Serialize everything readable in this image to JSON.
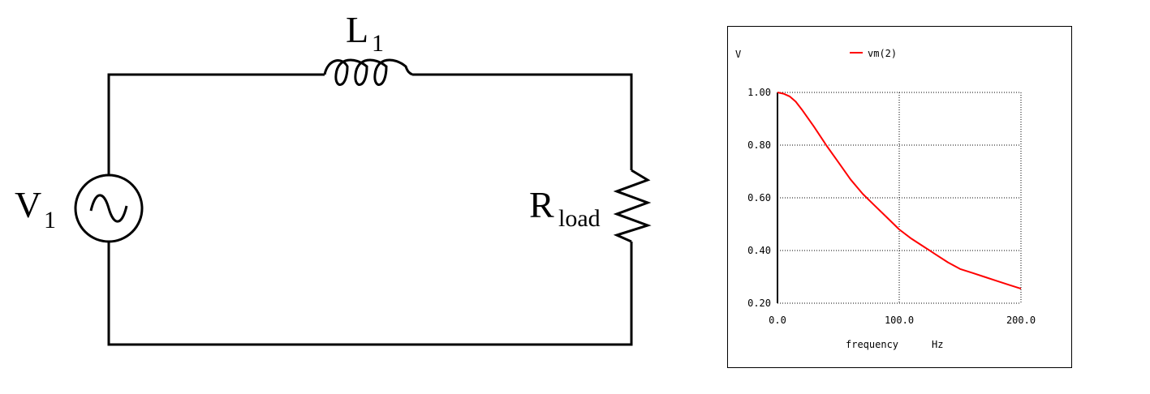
{
  "circuit": {
    "source_label": "V",
    "source_sub": "1",
    "inductor_label": "L",
    "inductor_sub": "1",
    "resistor_label": "R",
    "resistor_sub": "load"
  },
  "chart_data": {
    "type": "line",
    "ylabel": "V",
    "xlabel": "frequency",
    "xunit": "Hz",
    "xlim": [
      0,
      200
    ],
    "ylim": [
      0.2,
      1.0
    ],
    "xticks": [
      "0.0",
      "100.0",
      "200.0"
    ],
    "yticks": [
      "1.00",
      "0.80",
      "0.60",
      "0.40",
      "0.20"
    ],
    "grid": true,
    "legend_position": "top",
    "series": [
      {
        "name": "vm(2)",
        "color": "#ff0000",
        "x": [
          0,
          5,
          10,
          15,
          20,
          30,
          40,
          50,
          60,
          70,
          80,
          90,
          100,
          110,
          120,
          130,
          140,
          150,
          160,
          170,
          180,
          190,
          200
        ],
        "y": [
          1.0,
          0.995,
          0.985,
          0.965,
          0.935,
          0.87,
          0.8,
          0.735,
          0.67,
          0.615,
          0.57,
          0.525,
          0.48,
          0.445,
          0.415,
          0.385,
          0.355,
          0.33,
          0.315,
          0.3,
          0.285,
          0.27,
          0.255
        ]
      }
    ]
  }
}
